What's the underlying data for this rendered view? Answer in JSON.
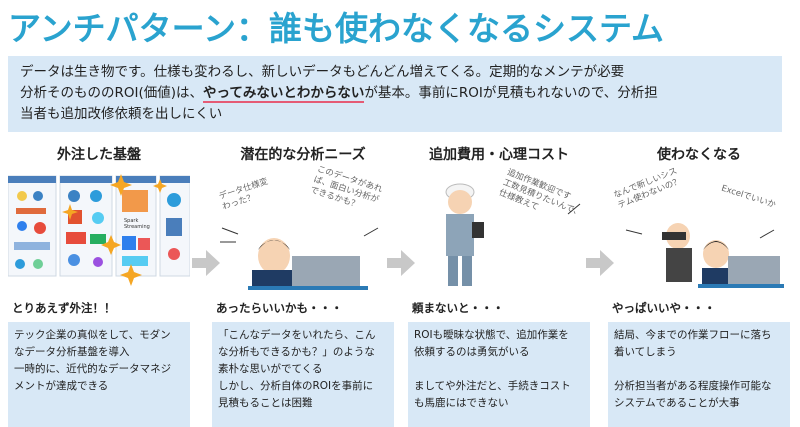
{
  "title": "アンチパターン：誰も使わなくなるシステム",
  "intro": {
    "line1": "データは生き物です。仕様も変わるし、新しいデータもどんどん増えてくる。定期的なメンテが必要",
    "line2_pre": "分析そのもののROI(価値)は、",
    "line2_em": "やってみないとわからない",
    "line2_post": "が基本。事前にROIが見積もれないので、分析担",
    "line3": "当者も追加改修依頼を出しにくい"
  },
  "columns": [
    {
      "head": "外注した基盤",
      "caption": "とりあえず外注！！",
      "body": [
        "テック企業の真似をして、モダン",
        "なデータ分析基盤を導入",
        "一時的に、近代的なデータマネジ",
        "メントが達成できる"
      ]
    },
    {
      "head": "潜在的な分析ニーズ",
      "caption": "あったらいいかも・・・",
      "bubbles": [
        "データ仕様変",
        "わった？",
        "このデータがあれ",
        "ば、面白い分析が",
        "できるかも？"
      ],
      "body": [
        "「こんなデータをいれたら、こん",
        "な分析もできるかも？」のような",
        "素朴な思いがでてくる",
        "しかし、分析自体のROIを事前に",
        "見積もることは困難"
      ]
    },
    {
      "head": "追加費用・心理コスト",
      "caption": "頼まないと・・・",
      "bubbles": [
        "追加作業歓迎です",
        "工数見積りたいんで、",
        "仕様教えて"
      ],
      "body": [
        "ROIも曖昧な状態で、追加作業を",
        "依頼するのは勇気がいる",
        "",
        "ましてや外注だと、手続きコスト",
        "も馬鹿にはできない"
      ]
    },
    {
      "head": "使わなくなる",
      "caption": "やっぱいいや・・・",
      "bubbles": [
        "なんで新しいシス",
        "テム使わないの？",
        "Excelでいいか"
      ],
      "body": [
        "結局、今までの作業フローに落ち",
        "着いてしまう",
        "",
        "分析担当者がある程度操作可能な",
        "システムであることが大事"
      ]
    }
  ],
  "mini_labels": [
    "Spark",
    "Streaming"
  ],
  "colors": {
    "title": "#2aa3cf",
    "panel": "#d8e8f6",
    "underline": "#e55b75",
    "arrow": "#c8c8c8",
    "sparkle": "#f5a623"
  }
}
